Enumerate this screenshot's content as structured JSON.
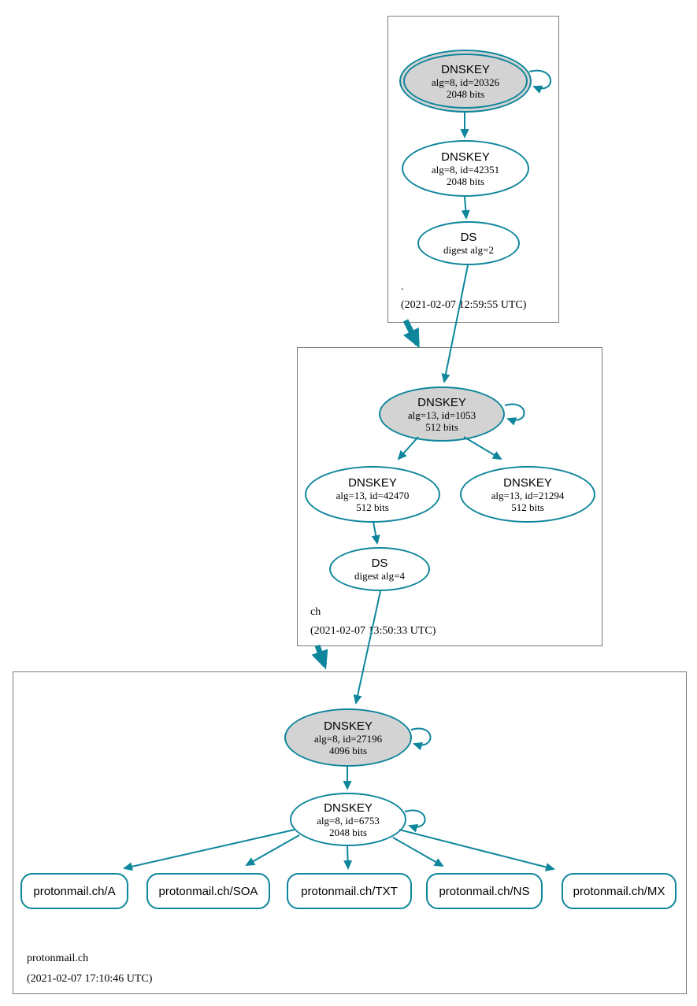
{
  "colors": {
    "accent": "#0e869c",
    "ksk_fill": "#d3d3d3",
    "box_border": "#7b7b7b",
    "text": "#000000"
  },
  "zones": {
    "root": {
      "label": ".",
      "timestamp": "(2021-02-07 12:59:55 UTC)",
      "nodes": {
        "ksk": {
          "title": "DNSKEY",
          "detail": "alg=8, id=20326",
          "bits": "2048 bits"
        },
        "zsk": {
          "title": "DNSKEY",
          "detail": "alg=8, id=42351",
          "bits": "2048 bits"
        },
        "ds": {
          "title": "DS",
          "detail": "digest alg=2"
        }
      }
    },
    "ch": {
      "label": "ch",
      "timestamp": "(2021-02-07 13:50:33 UTC)",
      "nodes": {
        "ksk": {
          "title": "DNSKEY",
          "detail": "alg=13, id=1053",
          "bits": "512 bits"
        },
        "zsk1": {
          "title": "DNSKEY",
          "detail": "alg=13, id=42470",
          "bits": "512 bits"
        },
        "zsk2": {
          "title": "DNSKEY",
          "detail": "alg=13, id=21294",
          "bits": "512 bits"
        },
        "ds": {
          "title": "DS",
          "detail": "digest alg=4"
        }
      }
    },
    "protonmail": {
      "label": "protonmail.ch",
      "timestamp": "(2021-02-07 17:10:46 UTC)",
      "nodes": {
        "ksk": {
          "title": "DNSKEY",
          "detail": "alg=8, id=27196",
          "bits": "4096 bits"
        },
        "zsk": {
          "title": "DNSKEY",
          "detail": "alg=8, id=6753",
          "bits": "2048 bits"
        },
        "rrsets": [
          {
            "label": "protonmail.ch/A"
          },
          {
            "label": "protonmail.ch/SOA"
          },
          {
            "label": "protonmail.ch/TXT"
          },
          {
            "label": "protonmail.ch/NS"
          },
          {
            "label": "protonmail.ch/MX"
          }
        ]
      }
    }
  }
}
